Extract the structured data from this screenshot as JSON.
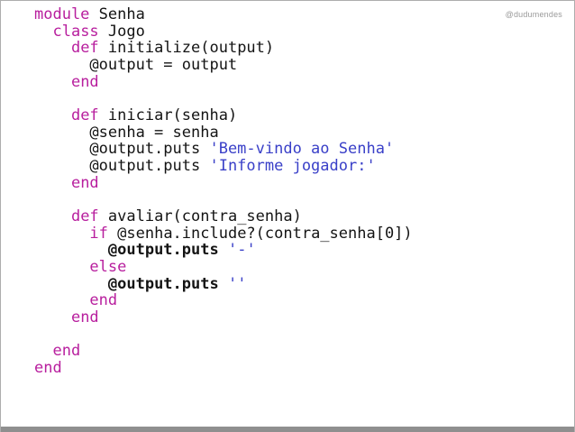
{
  "watermark": "@dudumendes",
  "colors": {
    "keyword": "#b81f9e",
    "string": "#3a40c8",
    "plain": "#141414",
    "watermark_text": "#9a9a9a",
    "frame_border": "#adadad",
    "bottom_bar": "#8f8f8f",
    "background": "#ffffff"
  },
  "code": {
    "language": "ruby",
    "lines": [
      [
        [
          "kw",
          "module"
        ],
        [
          "pl",
          " Senha"
        ]
      ],
      [
        [
          "pl",
          "  "
        ],
        [
          "kw",
          "class"
        ],
        [
          "pl",
          " Jogo"
        ]
      ],
      [
        [
          "pl",
          "    "
        ],
        [
          "kw",
          "def"
        ],
        [
          "pl",
          " initialize(output)"
        ]
      ],
      [
        [
          "pl",
          "      @output = output"
        ]
      ],
      [
        [
          "pl",
          "    "
        ],
        [
          "kw",
          "end"
        ]
      ],
      [],
      [
        [
          "pl",
          "    "
        ],
        [
          "kw",
          "def"
        ],
        [
          "pl",
          " iniciar(senha)"
        ]
      ],
      [
        [
          "pl",
          "      @senha = senha"
        ]
      ],
      [
        [
          "pl",
          "      @output.puts "
        ],
        [
          "str",
          "'Bem-vindo ao Senha'"
        ]
      ],
      [
        [
          "pl",
          "      @output.puts "
        ],
        [
          "str",
          "'Informe jogador:'"
        ]
      ],
      [
        [
          "pl",
          "    "
        ],
        [
          "kw",
          "end"
        ]
      ],
      [],
      [
        [
          "pl",
          "    "
        ],
        [
          "kw",
          "def"
        ],
        [
          "pl",
          " avaliar(contra_senha)"
        ]
      ],
      [
        [
          "pl",
          "      "
        ],
        [
          "kw",
          "if"
        ],
        [
          "pl",
          " @senha.include?(contra_senha[0])"
        ]
      ],
      [
        [
          "pl",
          "        "
        ],
        [
          "bold",
          "@output.puts"
        ],
        [
          "pl",
          " "
        ],
        [
          "str",
          "'-'"
        ]
      ],
      [
        [
          "pl",
          "      "
        ],
        [
          "kw",
          "else"
        ]
      ],
      [
        [
          "pl",
          "        "
        ],
        [
          "bold",
          "@output.puts"
        ],
        [
          "pl",
          " "
        ],
        [
          "str",
          "''"
        ]
      ],
      [
        [
          "pl",
          "      "
        ],
        [
          "kw",
          "end"
        ]
      ],
      [
        [
          "pl",
          "    "
        ],
        [
          "kw",
          "end"
        ]
      ],
      [],
      [
        [
          "pl",
          "  "
        ],
        [
          "kw",
          "end"
        ]
      ],
      [
        [
          "kw",
          "end"
        ]
      ]
    ]
  }
}
